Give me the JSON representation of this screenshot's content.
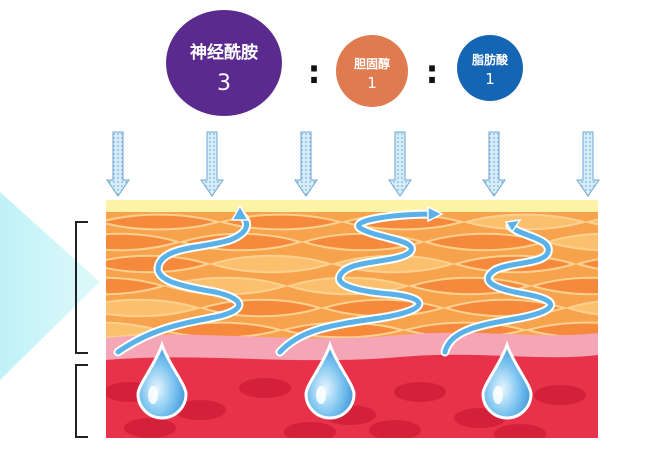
{
  "ratio": {
    "items": [
      {
        "name": "神经酰胺",
        "value": "3",
        "color": "#5b2a8e"
      },
      {
        "name": "胆固醇",
        "value": "1",
        "color": "#e07b4f"
      },
      {
        "name": "脂肪酸",
        "value": "1",
        "color": "#1565b5"
      }
    ],
    "separator": ":"
  },
  "colors": {
    "epidermis_orange": "#f6a04a",
    "epidermis_light": "#fbc06e",
    "dermis_red": "#e8324a",
    "surface_yellow": "#fdf3a6",
    "water_blue": "#5ab1e8",
    "arrow_blue": "#b5dcf3"
  },
  "icons": [
    "water-droplet-icon",
    "down-arrow-icon",
    "wavy-arrow-icon"
  ]
}
